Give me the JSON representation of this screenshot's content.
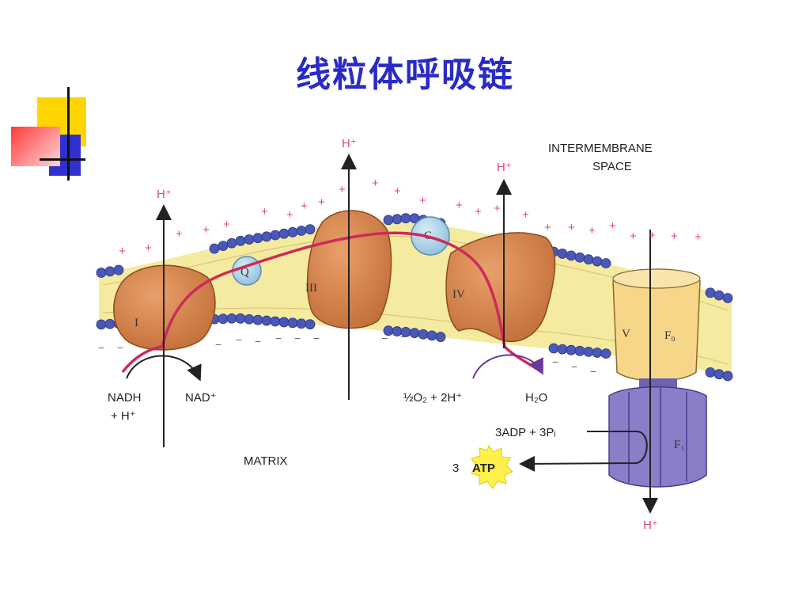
{
  "slide": {
    "title": "线粒体呼吸链"
  },
  "diagram": {
    "region_labels": {
      "intermembrane_line1": "INTERMEMBRANE",
      "intermembrane_line2": "SPACE",
      "matrix": "MATRIX"
    },
    "proton": "H⁺",
    "complexes": {
      "c1": "I",
      "c3": "III",
      "c4": "IV",
      "c5": "V",
      "q": "Q",
      "c": "C",
      "f0": "F₀",
      "f1": "F₁"
    },
    "reactions": {
      "nadh_line1": "NADH",
      "nadh_line2": "+ H⁺",
      "nad": "NAD⁺",
      "oxygen": "½O₂ + 2H⁺",
      "water": "H₂O",
      "adp": "3ADP + 3Pᵢ",
      "atp_count": "3",
      "atp": "ATP"
    },
    "charges": {
      "positive": "+",
      "negative": "−"
    }
  },
  "colors": {
    "title": "#2a2ac8",
    "complex_fill": "#d9874a",
    "membrane_head": "#4a58b8",
    "membrane_core": "#f4eaa0",
    "electron_path": "#cc2a5a",
    "atp_synthase_f1": "#8a7ec8",
    "atp_synthase_f0": "#f7d68a",
    "atp_burst": "#fff04a"
  }
}
